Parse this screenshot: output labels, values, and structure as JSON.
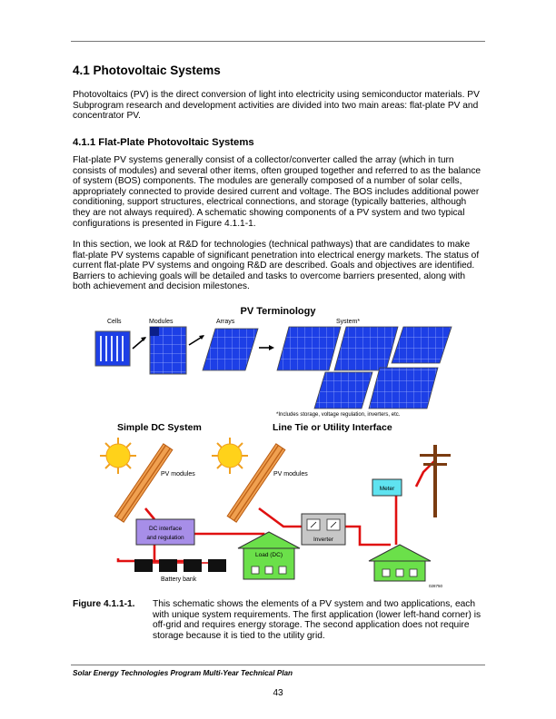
{
  "section": {
    "title": "4.1 Photovoltaic Systems",
    "intro": "Photovoltaics (PV) is the direct conversion of light into electricity using semiconductor materials. PV Subprogram research and development activities are divided into two main areas: flat-plate PV and concentrator PV."
  },
  "subsection": {
    "title": "4.1.1  Flat-Plate Photovoltaic Systems",
    "para1": "Flat-plate PV systems generally consist of a collector/converter called the array (which in turn consists of modules) and several other items, often grouped together and referred to as the balance of system (BOS) components. The modules are generally composed of a number of solar cells, appropriately connected to provide desired current and voltage. The BOS includes additional power conditioning, support structures, electrical connections, and storage (typically batteries, although they are not always required). A schematic showing components of a PV system and two typical configurations is presented in Figure 4.1.1-1.",
    "para2": "In this section, we look at R&D for technologies (technical pathways) that are candidates to make flat-plate PV systems capable of significant penetration into electrical energy markets. The status of current flat-plate PV systems and ongoing R&D are described. Goals and objectives are identified. Barriers to achieving goals will be detailed and tasks to overcome barriers presented, along with both achievement and decision milestones."
  },
  "figure": {
    "title": "PV Terminology",
    "label_cells": "Cells",
    "label_modules": "Modules",
    "label_arrays": "Arrays",
    "label_system": "System*",
    "footnote": "*Includes storage, voltage regulation, inverters, etc.",
    "simple_title": "Simple DC System",
    "line_title": "Line Tie or Utility Interface",
    "pv_modules_1": "PV modules",
    "pv_modules_2": "PV modules",
    "dc_interface_1": "DC interface",
    "dc_interface_2": "and regulation",
    "battery_bank": "Battery bank",
    "load_dc": "Load (DC)",
    "inverter": "Inverter",
    "meter": "Meter",
    "code": "028750",
    "colors": {
      "panel_blue": "#1d3fe6",
      "wire_red": "#e01010",
      "sun_yellow": "#ffd21a",
      "house_green": "#6be04a",
      "box_purple": "#a78ee8",
      "meter_cyan": "#5fe3f0"
    }
  },
  "caption": {
    "label": "Figure 4.1.1-1.",
    "text": "This schematic shows the elements of a PV system and two applications, each with unique system requirements. The first application (lower left-hand corner) is off-grid and requires energy storage. The second application does not require storage because it is tied to the utility grid."
  },
  "footer": {
    "text": "Solar Energy Technologies Program Multi-Year Technical Plan",
    "page": "43"
  }
}
